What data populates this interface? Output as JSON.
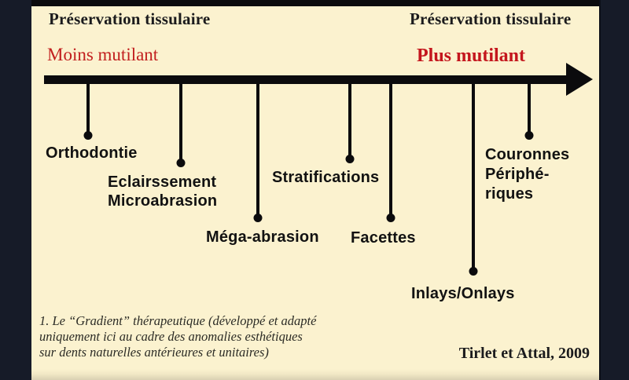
{
  "panel": {
    "top_left_title": "Préservation tissulaire",
    "top_right_title": "Préservation tissulaire",
    "axis_left_label": "Moins mutilant",
    "axis_right_label": "Plus mutilant"
  },
  "diagram": {
    "type": "gradient-axis",
    "axis_direction": "left-to-right",
    "axis_meaning": "Moins mutilant → Plus mutilant (préservation tissulaire décroissante)"
  },
  "items": [
    {
      "label": "Orthodontie"
    },
    {
      "label": "Eclairssement\nMicroabrasion"
    },
    {
      "label": "Méga-abrasion"
    },
    {
      "label": "Stratifications"
    },
    {
      "label": "Facettes"
    },
    {
      "label": "Inlays/Onlays"
    },
    {
      "label": "Couronnes\nPériphé-\nriques"
    }
  ],
  "caption": {
    "text": "1. Le “Gradient” thérapeutique (développé et adapté\nuniquement ici au cadre des anomalies esthétiques\nsur dents naturelles antérieures et unitaires)",
    "credit": "Tirlet et Attal, 2009"
  },
  "colors": {
    "background_dark": "#151A27",
    "panel_cream": "#FBF2CF",
    "accent_red": "#C4161D",
    "ink_black": "#0B0B0D",
    "bottom_shade": "#D9D0B2"
  }
}
